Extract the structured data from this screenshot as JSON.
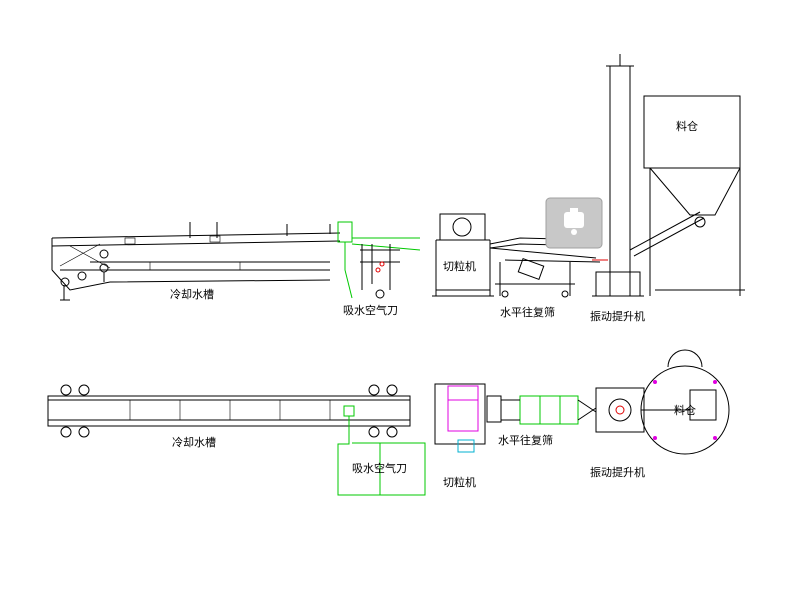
{
  "labels": {
    "top": {
      "cooling_tank": "冷却水槽",
      "air_knife": "吸水空气刀",
      "pelletizer": "切粒机",
      "horizontal_screen": "水平往复筛",
      "vibrating_elevator": "振动提升机",
      "silo": "料仓"
    },
    "bottom": {
      "cooling_tank": "冷却水槽",
      "air_knife": "吸水空气刀",
      "pelletizer": "切粒机",
      "horizontal_screen": "水平往复筛",
      "vibrating_elevator": "振动提升机",
      "silo": "料仓"
    }
  },
  "colors": {
    "line": "#000000",
    "air_knife": "#00c800",
    "pelletizer_accent": "#e000e0",
    "cyan": "#00b0d0",
    "red": "#e00000",
    "overlay_box": "#c8c8c8"
  },
  "icons": {
    "overlay": "bucket-icon"
  }
}
